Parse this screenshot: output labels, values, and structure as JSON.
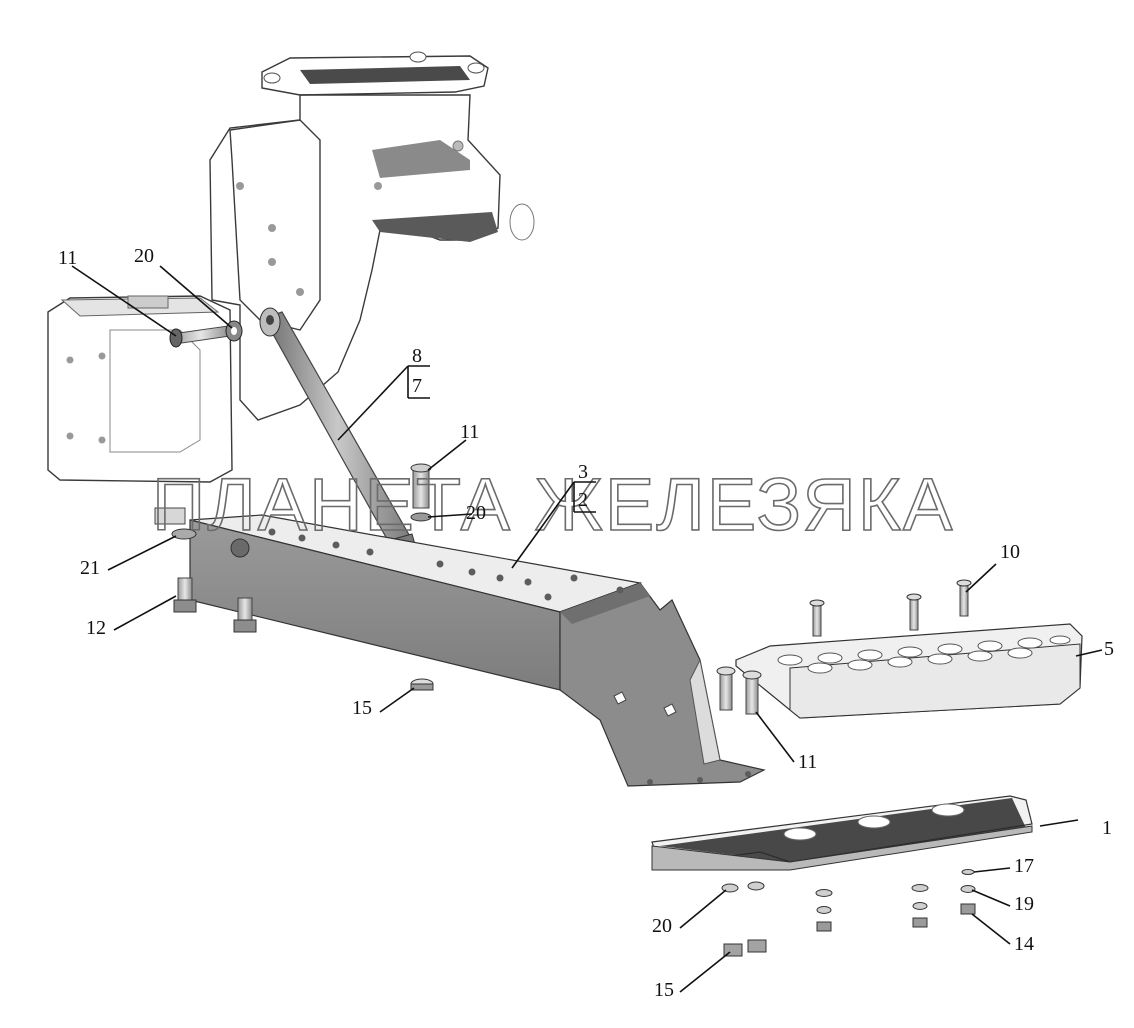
{
  "labels": {
    "l1": "1",
    "l3": "3",
    "l2": "2",
    "l5": "5",
    "l8": "8",
    "l7": "7",
    "l10": "10",
    "l11_a": "11",
    "l11_b": "11",
    "l11_c": "11",
    "l12": "12",
    "l14": "14",
    "l15_a": "15",
    "l15_b": "15",
    "l17": "17",
    "l19": "19",
    "l20_a": "20",
    "l20_b": "20",
    "l20_c": "20",
    "l21": "21"
  },
  "watermark": "ПЛАНЕТА ЖЕЛЕЗЯКА",
  "colors": {
    "background": "#ffffff",
    "part_dark": "#8a8a8a",
    "part_mid": "#b5b5b5",
    "part_light": "#f2f2f2",
    "outline": "#3a3a3a"
  }
}
